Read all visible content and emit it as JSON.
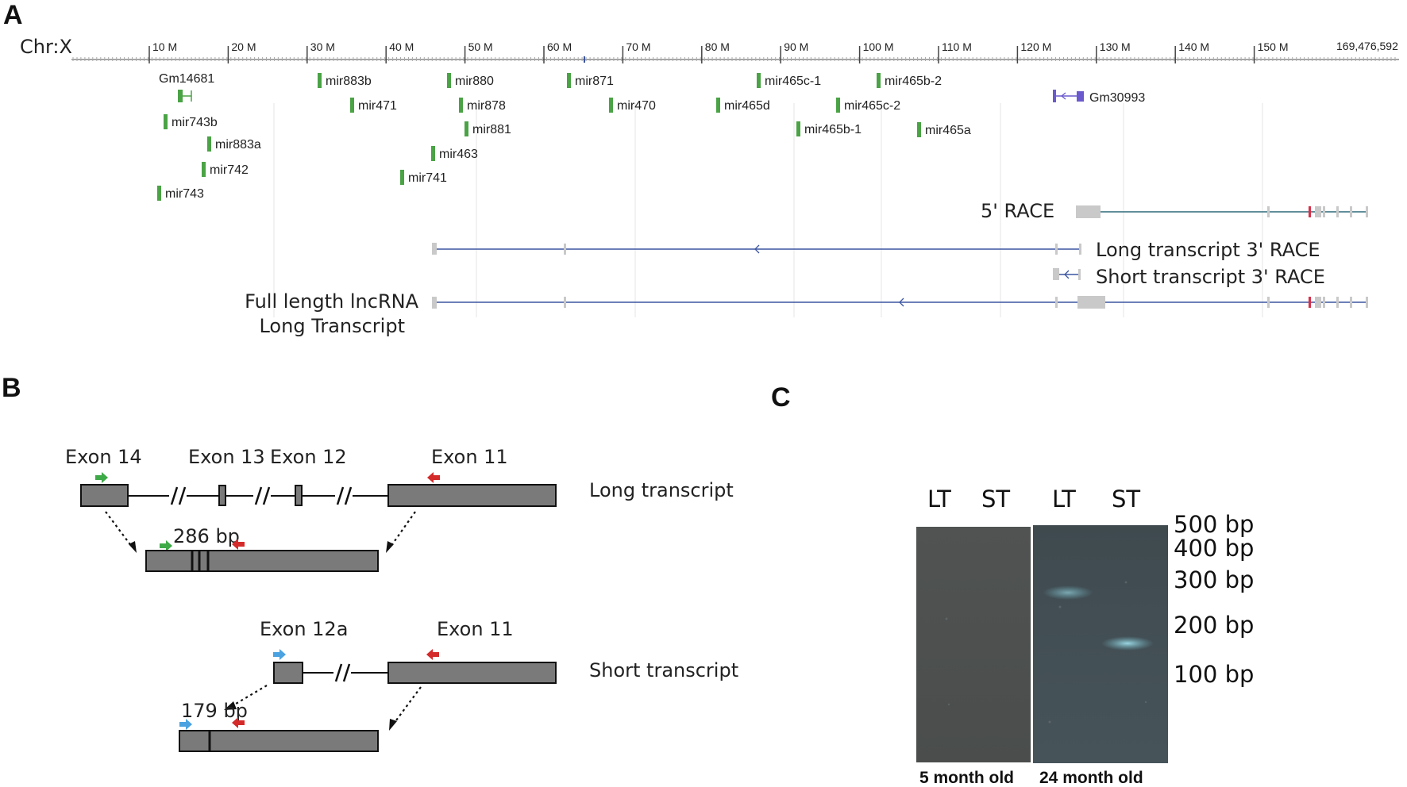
{
  "panels": {
    "a": "A",
    "b": "B",
    "c": "C"
  },
  "panel_a": {
    "chrom_label": "Chr:X",
    "ticks": [
      "10 M",
      "20 M",
      "30 M",
      "40 M",
      "50 M",
      "60 M",
      "70 M",
      "80 M",
      "90 M",
      "100 M",
      "110 M",
      "120 M",
      "130 M",
      "140 M",
      "150 M"
    ],
    "end_label": "169,476,592",
    "gene_gm14681": "Gm14681",
    "gene_gm30993": "Gm30993",
    "mirnas": [
      "mir743b",
      "mir883a",
      "mir742",
      "mir743",
      "mir883b",
      "mir471",
      "mir741",
      "mir463",
      "mir880",
      "mir878",
      "mir881",
      "mir871",
      "mir470",
      "mir465d",
      "mir465c-1",
      "mir465b-1",
      "mir465c-2",
      "mir465b-2",
      "mir465a"
    ],
    "track_5race": "5' RACE",
    "track_long3": "Long transcript 3' RACE",
    "track_short3": "Short transcript 3' RACE",
    "track_full_line1": "Full length lncRNA",
    "track_full_line2": "Long Transcript",
    "colors": {
      "mirna": "#4aa345",
      "track": "#3b55a0",
      "exon": "#c9c9c9",
      "gm30993": "#6a5acd",
      "red_mark": "#d6304a"
    }
  },
  "panel_b": {
    "long": {
      "exon14": "Exon 14",
      "exon13": "Exon 13",
      "exon12": "Exon 12",
      "exon11": "Exon 11",
      "label": "Long transcript",
      "product": "286 bp"
    },
    "short": {
      "exon12a": "Exon 12a",
      "exon11": "Exon 11",
      "label": "Short transcript",
      "product": "179 bp"
    },
    "colors": {
      "box": "#7a7a7a",
      "primer_green": "#3daa47",
      "primer_red": "#d42a2a",
      "primer_blue": "#4aa3e0"
    }
  },
  "panel_c": {
    "lanes": [
      "LT",
      "ST",
      "LT",
      "ST"
    ],
    "ladder": [
      "500 bp",
      "400 bp",
      "300 bp",
      "200 bp",
      "100 bp"
    ],
    "age_left": "5 month old",
    "age_right": "24 month old"
  }
}
